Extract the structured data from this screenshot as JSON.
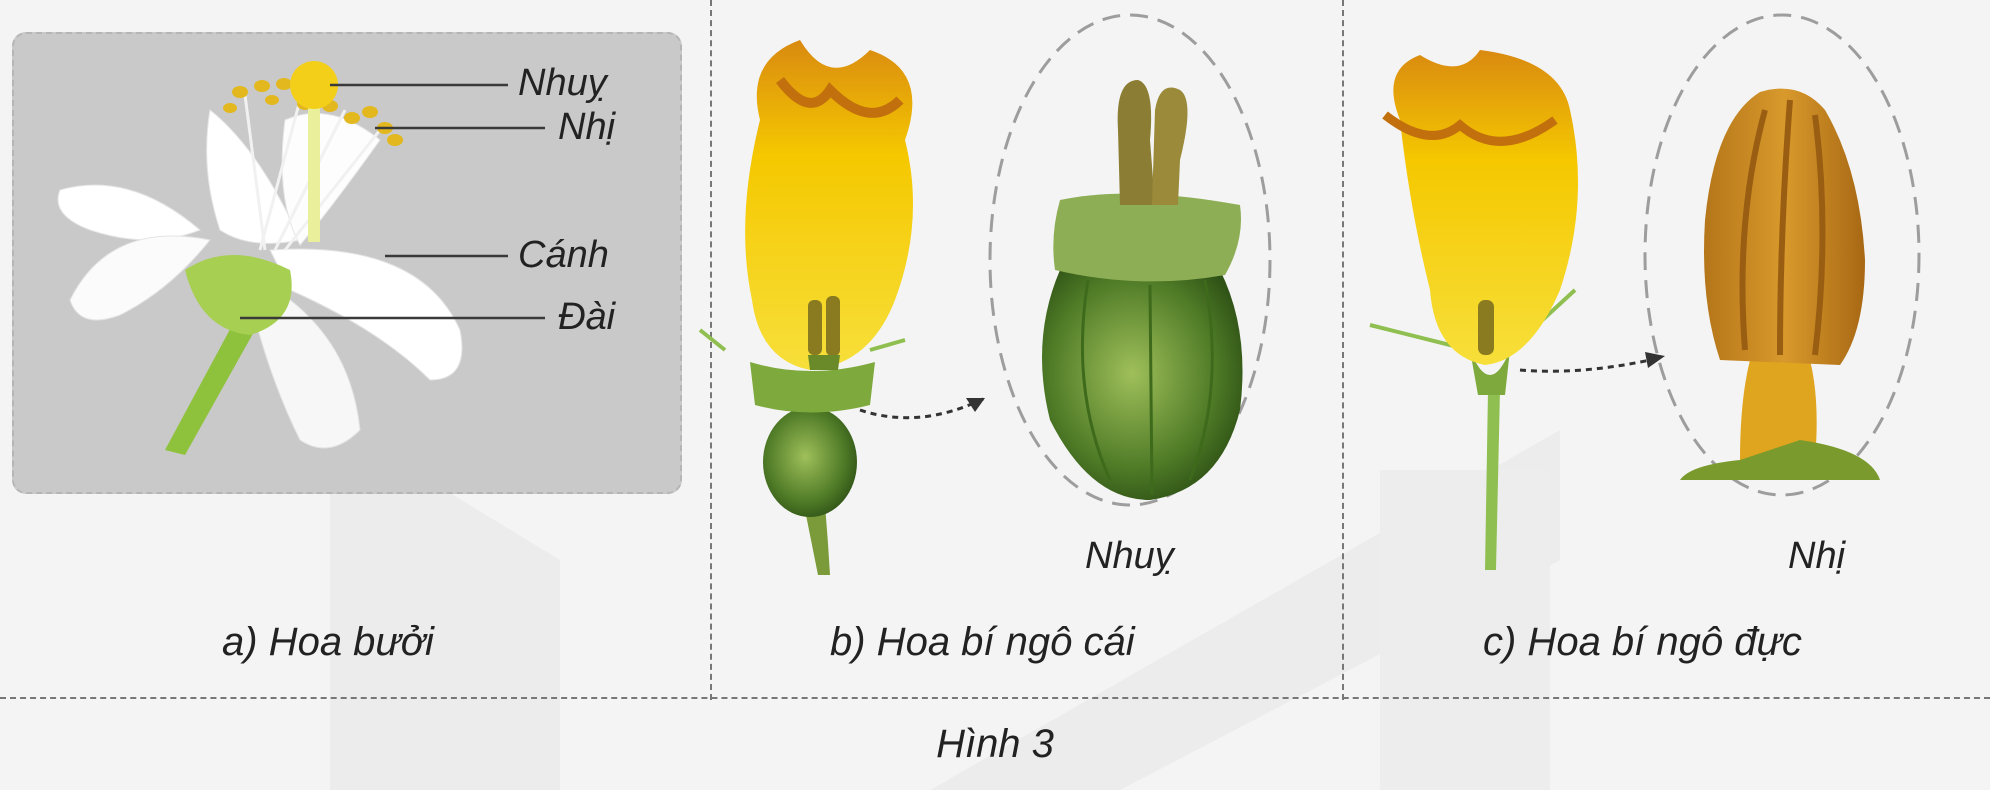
{
  "panel_a": {
    "labels": {
      "pistil": "Nhuỵ",
      "stamen": "Nhị",
      "petal": "Cánh",
      "sepal": "Đài"
    },
    "caption": "a) Hoa bưởi"
  },
  "panel_b": {
    "zoom_label": "Nhuỵ",
    "caption": "b) Hoa bí ngô cái"
  },
  "panel_c": {
    "zoom_label": "Nhị",
    "caption": "c) Hoa bí ngô đực"
  },
  "figure_title": "Hình 3",
  "colors": {
    "background": "#f4f4f4",
    "panel_gray": "#c9c9c9",
    "petal_yellow": "#f2c400",
    "pumpkin_green": "#5e8a2e",
    "stamen_orange": "#c98a1e"
  }
}
